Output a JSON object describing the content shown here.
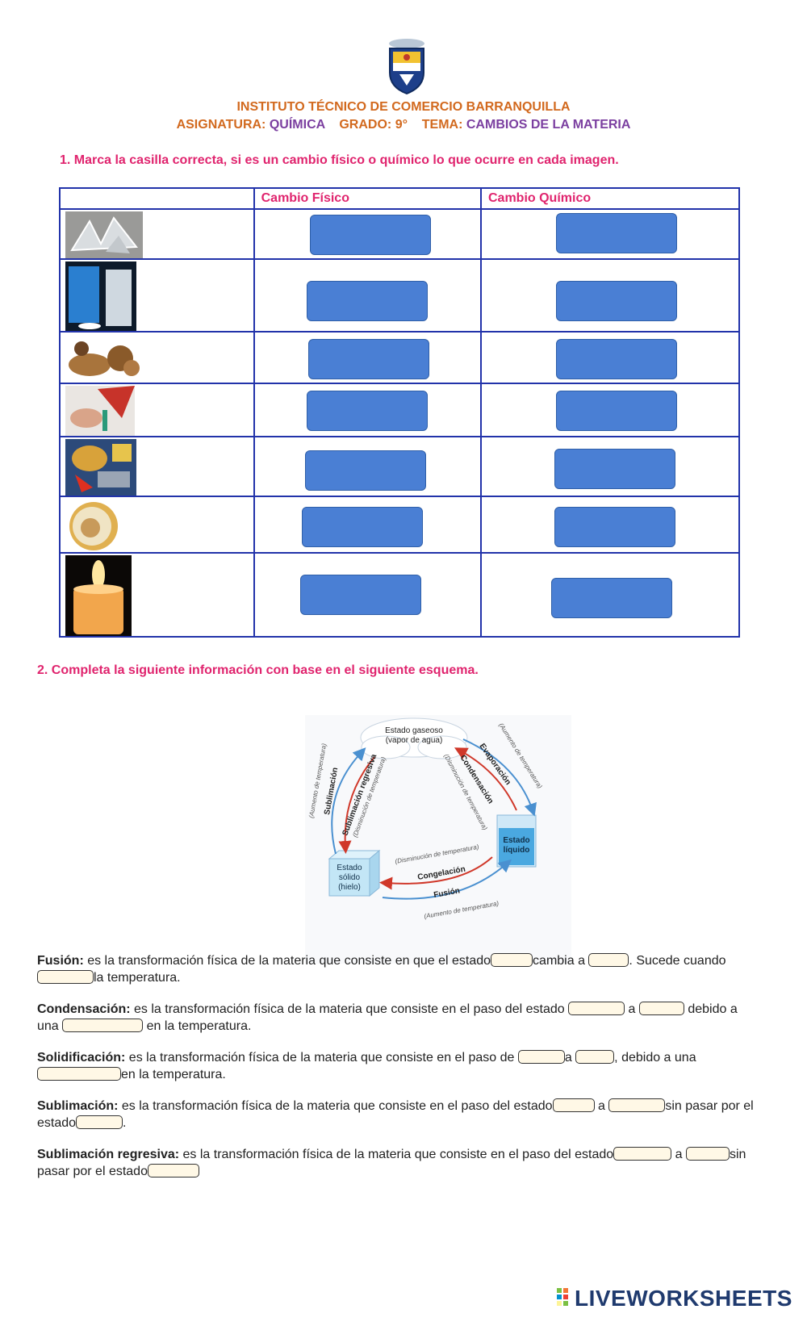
{
  "header": {
    "institute": "INSTITUTO TÉCNICO DE COMERCIO BARRANQUILLA",
    "asignatura_label": "ASIGNATURA:",
    "asignatura_value": "QUÍMICA",
    "grado_label": "GRADO: 9°",
    "tema_label": "TEMA:",
    "tema_value": "CAMBIOS DE LA MATERIA"
  },
  "section1": {
    "instruction": "1. Marca la casilla correcta, si es un cambio físico o químico lo que ocurre en cada imagen.",
    "col_fisico": "Cambio Físico",
    "col_quimico": "Cambio Químico"
  },
  "section2": {
    "instruction": "2. Completa la siguiente información con base en el siguiente esquema."
  },
  "diagram": {
    "gas": [
      "Estado gaseoso",
      "(vapor de agua)"
    ],
    "liquid": [
      "Estado",
      "líquido"
    ],
    "solid": [
      "Estado",
      "sólido",
      "(hielo)"
    ],
    "sublimacion": "Sublimación",
    "sublimacion_regresiva": "Sublimación regresiva",
    "evaporacion": "Evaporación",
    "condensacion": "Condensación",
    "congelacion": "Congelación",
    "fusion": "Fusión",
    "aumento": "(Aumento de temperatura)",
    "disminucion": "(Disminución de temperatura)"
  },
  "paragraphs": {
    "fusion": {
      "term": "Fusión:",
      "t1": " es la transformación física de la materia que consiste en que el estado",
      "t2": "cambia a ",
      "t3": ". Sucede cuando ",
      "t4": "la temperatura."
    },
    "condensacion": {
      "term": "Condensación:",
      "t1": " es la transformación física de la materia que consiste en el paso del estado ",
      "t2": " a ",
      "t3": " debido a una ",
      "t4": " en la temperatura."
    },
    "solidificacion": {
      "term": "Solidificación:",
      "t1": " es la transformación física de la materia que consiste en el paso de ",
      "t2": "a ",
      "t3": ", debido a una",
      "t4": "en la temperatura."
    },
    "sublimacion": {
      "term": "Sublimación:",
      "t1": " es la transformación física de la materia que consiste en el paso del estado",
      "t2": " a ",
      "t3": "sin pasar por el estado",
      "t4": "."
    },
    "sublimacion_regresiva": {
      "term": "Sublimación regresiva:",
      "t1": " es la transformación física de la materia que consiste en el paso del estado",
      "t2": " a ",
      "t3": "sin pasar por el estado",
      "t4": ""
    }
  },
  "brand": "LIVEWORKSHEETS",
  "colors": {
    "accent_pink": "#e0246e",
    "accent_orange": "#d2691e",
    "accent_purple": "#7b3fa0",
    "table_border": "#2233aa",
    "answer_box": "#4a7fd4"
  }
}
